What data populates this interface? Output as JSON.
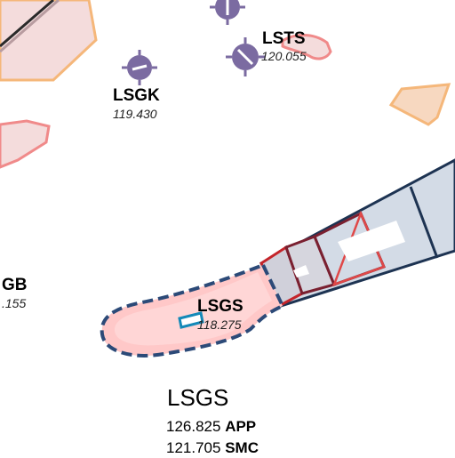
{
  "airfields": {
    "lsgk": {
      "ident": "LSGK",
      "frequency": "119.430"
    },
    "lsts": {
      "ident": "LSTS",
      "frequency": "120.055"
    },
    "lsgb": {
      "ident_partial": "GB",
      "frequency_partial": ".155"
    },
    "lsgs": {
      "ident": "LSGS",
      "frequency": "118.275"
    }
  },
  "tma_box": {
    "ident": "LSGS",
    "services": [
      {
        "frequency": "126.825",
        "service": "APP"
      },
      {
        "frequency": "121.705",
        "service": "SMC"
      }
    ]
  },
  "colors": {
    "restricted_fill": "#f4dcdc",
    "restricted_stroke": "#f0a0a0",
    "orange_stroke": "#f5b77a",
    "ctr_fill": "#ffc8c8",
    "ctr_border": "#2c4a78",
    "tma_fill": "#d3dbe6",
    "tma_border": "#1d3352",
    "airfield_symbol": "#7b6ba1",
    "runway_marker": "#1389b8"
  }
}
